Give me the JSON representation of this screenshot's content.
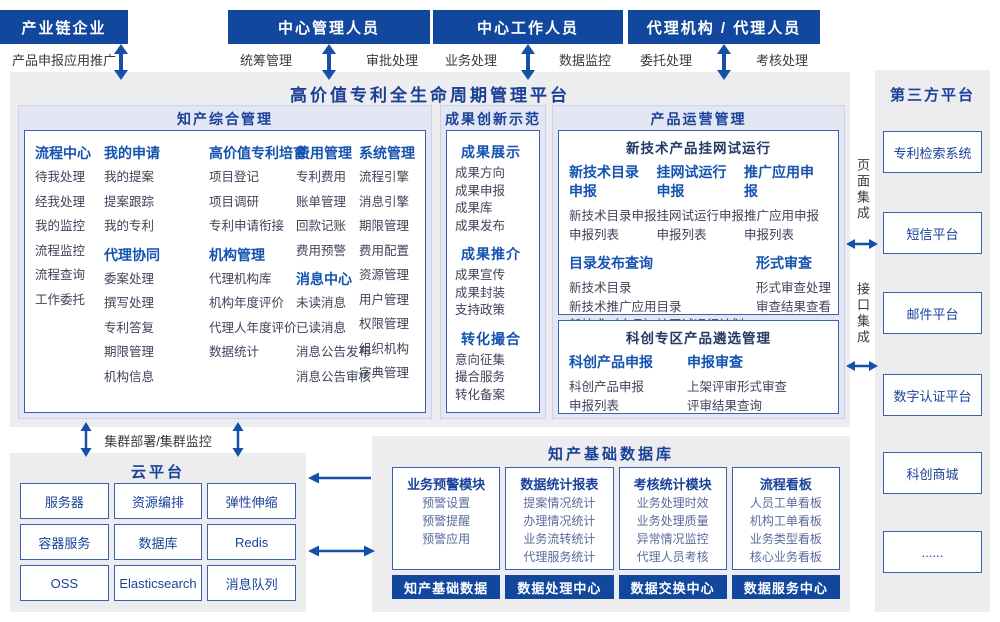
{
  "title": "高价值专利全生命周期管理平台",
  "actors": [
    {
      "name": "中心管理人员",
      "left": "统筹管理",
      "right": "审批处理"
    },
    {
      "name": "中心工作人员",
      "left": "业务处理",
      "right": "数据监控"
    },
    {
      "name": "代理机构 / 代理人员",
      "left": "委托处理",
      "right": "考核处理"
    },
    {
      "name": "产业链企业",
      "left": "产品申报",
      "right": "应用推广"
    }
  ],
  "ipm": {
    "title": "知产综合管理",
    "columns": [
      {
        "groups": [
          {
            "title": "流程中心",
            "items": [
              "待我处理",
              "经我处理",
              "我的监控",
              "流程监控",
              "流程查询",
              "工作委托"
            ]
          }
        ]
      },
      {
        "groups": [
          {
            "title": "我的申请",
            "items": [
              "我的提案",
              "提案跟踪",
              "我的专利"
            ]
          },
          {
            "title": "代理协同",
            "items": [
              "委案处理",
              "撰写处理",
              "专利答复",
              "期限管理",
              "机构信息"
            ]
          }
        ]
      },
      {
        "groups": [
          {
            "title": "高价值专利培育",
            "items": [
              "项目登记",
              "项目调研",
              "专利申请衔接"
            ]
          },
          {
            "title": "机构管理",
            "items": [
              "代理机构库",
              "机构年度评价",
              "代理人年度评价",
              "数据统计"
            ]
          }
        ]
      },
      {
        "groups": [
          {
            "title": "费用管理",
            "items": [
              "专利费用",
              "账单管理",
              "回款记账",
              "费用预警"
            ]
          },
          {
            "title": "消息中心",
            "items": [
              "未读消息",
              "已读消息",
              "消息公告发布",
              "消息公告审核"
            ]
          }
        ]
      },
      {
        "groups": [
          {
            "title": "系统管理",
            "items": [
              "流程引擎",
              "消息引擎",
              "期限管理",
              "费用配置",
              "资源管理",
              "用户管理",
              "权限管理",
              "组织机构",
              "字典管理"
            ]
          }
        ]
      }
    ]
  },
  "achievement": {
    "title": "成果创新示范",
    "groups": [
      {
        "title": "成果展示",
        "items": [
          "成果方向",
          "成果申报",
          "成果库",
          "成果发布"
        ]
      },
      {
        "title": "成果推介",
        "items": [
          "成果宣传",
          "成果封装",
          "支持政策"
        ]
      },
      {
        "title": "转化撮合",
        "items": [
          "意向征集",
          "撮合服务",
          "转化备案"
        ]
      }
    ]
  },
  "product_ops": {
    "title": "产品运营管理",
    "box1": {
      "title": "新技术产品挂网试运行",
      "top_groups": [
        {
          "title": "新技术目录\n申报",
          "items": [
            "新技术目录申报",
            "申报列表"
          ]
        },
        {
          "title": "挂网试运行\n申报",
          "items": [
            "挂网试运行申报",
            "申报列表"
          ]
        },
        {
          "title": "推广应用申报",
          "items": [
            "推广应用申报",
            "申报列表"
          ]
        }
      ],
      "catalog_group": {
        "title": "目录发布查询",
        "items": [
          "新技术目录",
          "新技术推广应用目录",
          "新技术（产品）挂网试运行计划"
        ]
      },
      "review_group": {
        "title": "形式审查",
        "items": [
          "形式审查处理",
          "审查结果查看"
        ]
      }
    },
    "box2": {
      "title": "科创专区产品遴选管理",
      "groups": [
        {
          "title": "科创产品申报",
          "items": [
            "科创产品申报",
            "申报列表"
          ]
        },
        {
          "title": "申报审查",
          "items": [
            "上架评审形式审查",
            "评审结果查询"
          ]
        }
      ]
    }
  },
  "third_party": {
    "title": "第三方平台",
    "boxes": [
      "专利检索系统",
      "短信平台",
      "邮件平台",
      "数字认证平台",
      "科创商城",
      "......"
    ],
    "page_integration": "页面集成",
    "api_integration": "接口集成"
  },
  "cloud": {
    "title": "云平台",
    "cluster_label": "集群部署/集群监控",
    "boxes": [
      "服务器",
      "资源编排",
      "弹性伸缩",
      "容器服务",
      "数据库",
      "Redis",
      "OSS",
      "Elasticsearch",
      "消息队列"
    ]
  },
  "database": {
    "title": "知产基础数据库",
    "columns": [
      {
        "title": "业务预警模块",
        "items": [
          "预警设置",
          "预警提醒",
          "预警应用"
        ]
      },
      {
        "title": "数据统计报表",
        "items": [
          "提案情况统计",
          "办理情况统计",
          "业务流转统计",
          "代理服务统计"
        ]
      },
      {
        "title": "考核统计模块",
        "items": [
          "业务处理时效",
          "业务处理质量",
          "异常情况监控",
          "代理人员考核"
        ]
      },
      {
        "title": "流程看板",
        "items": [
          "人员工单看板",
          "机构工单看板",
          "业务类型看板",
          "核心业务看板"
        ]
      }
    ],
    "bars": [
      "知产基础数据",
      "数据处理中心",
      "数据交换中心",
      "数据服务中心"
    ]
  },
  "colors": {
    "header_bg": "#11489e",
    "accent_blue": "#1553b0",
    "navy_text": "#1a4199",
    "arrow_blue": "#1550a8",
    "panel_bg": "#ededef",
    "section_bg": "#e3e6f3",
    "box_border": "#3c5fae"
  }
}
